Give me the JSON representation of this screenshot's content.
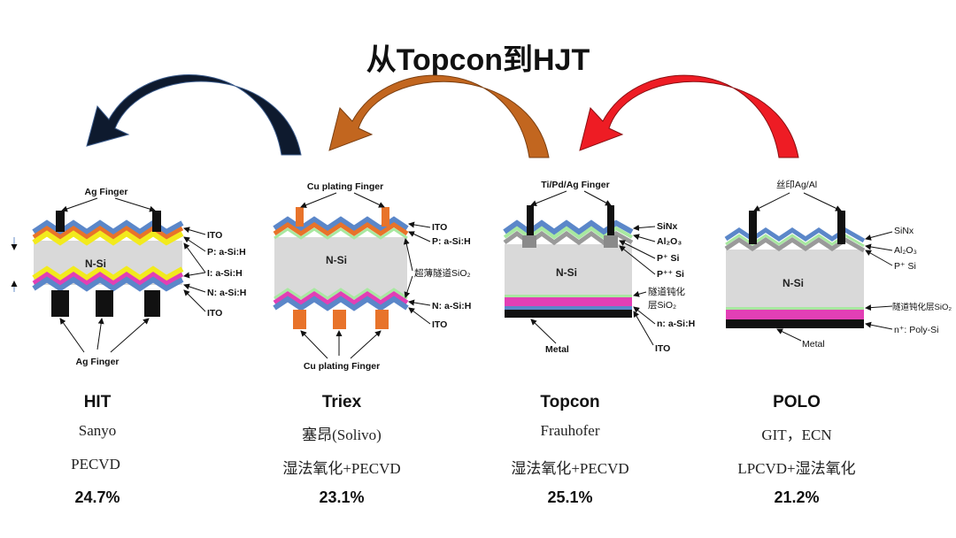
{
  "title": "从Topcon到HJT",
  "colors": {
    "ito_blue": "#5b87c9",
    "p_orange": "#e8732a",
    "i_yellow": "#f2ea1d",
    "nsi_gray": "#d9d9d9",
    "n_magenta": "#e23fb5",
    "tunnel_green": "#a8e8a0",
    "al2o3_gray": "#9a9a9a",
    "metal_black": "#111111",
    "cu_orange": "#e8732a",
    "arrow_black": "#0e1a2e",
    "arrow_brown": "#c2661f",
    "arrow_red": "#ee1c24"
  },
  "cells": [
    {
      "name": "HIT",
      "institution": "Sanyo",
      "method": "PECVD",
      "efficiency": "24.7%",
      "layer_labels": [
        "ITO",
        "P: a-Si:H",
        "I: a-Si:H",
        "N: a-Si:H",
        "ITO"
      ],
      "top_finger_label": "Ag Finger",
      "bottom_finger_label": "Ag Finger",
      "center_label": "N-Si"
    },
    {
      "name": "Triex",
      "institution": "塞昂(Solivo)",
      "method": "湿法氧化+PECVD",
      "efficiency": "23.1%",
      "layer_labels": [
        "ITO",
        "P: a-Si:H",
        "超薄隧道SiO₂",
        "N: a-Si:H",
        "ITO"
      ],
      "top_finger_label": "Cu plating Finger",
      "bottom_finger_label": "Cu plating Finger",
      "center_label": "N-Si"
    },
    {
      "name": "Topcon",
      "institution": "Frauhofer",
      "method": "湿法氧化+PECVD",
      "efficiency": "25.1%",
      "layer_labels": [
        "SiNx",
        "Al₂O₃",
        "P⁺ Si",
        "P⁺⁺ Si",
        "隧道钝化",
        "层SiO₂",
        "n: a-Si:H",
        "ITO"
      ],
      "top_finger_label": "Ti/Pd/Ag Finger",
      "bottom_label": "Metal",
      "center_label": "N-Si"
    },
    {
      "name": "POLO",
      "institution": "GIT，ECN",
      "method": "LPCVD+湿法氧化",
      "efficiency": "21.2%",
      "layer_labels": [
        "SiNx",
        "Al₂O₃",
        "P⁺ Si",
        "隧道钝化层SiO₂",
        "n⁺: Poly-Si"
      ],
      "top_finger_label": "丝印Ag/Al",
      "bottom_label": "Metal",
      "center_label": "N-Si"
    }
  ]
}
